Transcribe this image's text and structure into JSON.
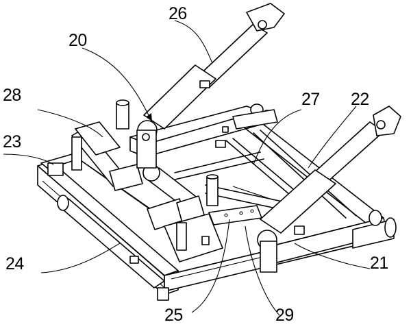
{
  "figure": {
    "labels": {
      "l20": "20",
      "l21": "21",
      "l22": "22",
      "l23": "23",
      "l24": "24",
      "l25": "25",
      "l26": "26",
      "l27": "27",
      "l28": "28",
      "l29": "29"
    }
  }
}
